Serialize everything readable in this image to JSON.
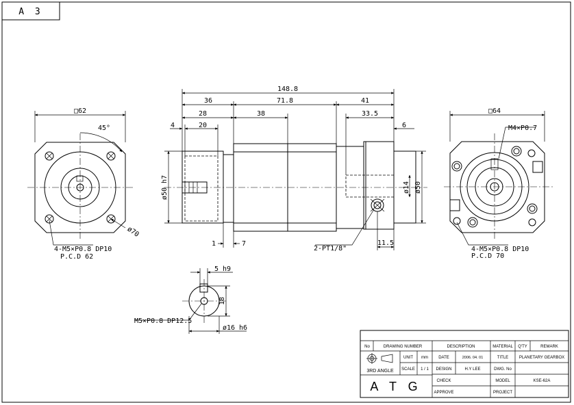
{
  "sheet": {
    "size_label": "A 3"
  },
  "left_view": {
    "width_dim": "□62",
    "angle_dim": "45°",
    "diameter_dim": "ø70",
    "holes_note": "4-M5×P0.8  DP10",
    "pcd_note": "P.C.D 62"
  },
  "front_view": {
    "dim_overall": "148.8",
    "dim_36": "36",
    "dim_71_8": "71.8",
    "dim_41": "41",
    "dim_28": "28",
    "dim_38": "38",
    "dim_33_5": "33.5",
    "dim_4": "4",
    "dim_20": "20",
    "dim_6": "6",
    "dim_shaft": "ø50 h7",
    "dim_bore": "ø14",
    "dim_bore_outer": "ø50",
    "dim_1": "1",
    "dim_7": "7",
    "dim_11_5": "11.5",
    "port_note": "2-PT1/8\""
  },
  "right_view": {
    "width_dim": "□64",
    "thread_note": "M4×P0.7",
    "holes_note": "4-M5×P0.8  DP10",
    "pcd_note": "P.C.D 70"
  },
  "shaft_section": {
    "key_dim": "5 h9",
    "height_dim": "18",
    "thread_note": "M5×P0.8  DP12.5",
    "diameter_dim": "ø16 h6"
  },
  "title_block": {
    "headers": [
      "No",
      "DRAWING NUMBER",
      "DESCRIPTION",
      "MATERIAL",
      "Q'TY",
      "REMARK"
    ],
    "angle_label": "3RD ANGLE",
    "unit_label": "UNIT",
    "unit_value": "mm",
    "scale_label": "SCALE",
    "scale_value": "1 / 1",
    "date_label": "DATE",
    "date_value": "2006. 04. 01",
    "title_label": "TITLE",
    "title_value": "PLANETARY GEARBOX",
    "design_label": "DESIGN",
    "design_value": "H.Y LEE",
    "dwg_label": "DWG. No",
    "dwg_value": "",
    "check_label": "CHECK",
    "model_label": "MODEL",
    "model_value": "KSE-62A",
    "approve_label": "APPROVE",
    "project_label": "PROJECT",
    "company": "A T G"
  }
}
